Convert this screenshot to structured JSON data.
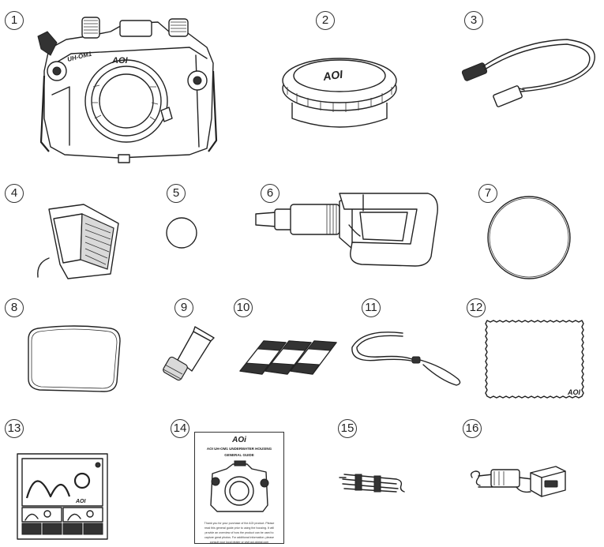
{
  "numbers": [
    "1",
    "2",
    "3",
    "4",
    "5",
    "6",
    "7",
    "8",
    "9",
    "10",
    "11",
    "12",
    "13",
    "14",
    "15",
    "16"
  ],
  "icons": {
    "1": "camera-housing-icon",
    "2": "housing-cap-icon",
    "3": "usb-cable-icon",
    "4": "lcd-hood-icon",
    "5": "small-o-ring-icon",
    "6": "vacuum-pump-icon",
    "7": "large-o-ring-icon",
    "8": "rectangular-o-ring-icon",
    "9": "grease-tube-icon",
    "10": "silica-gel-packs-icon",
    "11": "lanyard-icon",
    "12": "cleaning-cloth-icon",
    "13": "sticker-sheet-icon",
    "14": "user-manual-icon",
    "15": "cable-bundle-icon",
    "16": "optical-cable-adapter-icon"
  },
  "housing_model": "UH-OM1",
  "brand": "AOI",
  "manual": {
    "logo": "AOi",
    "title": "AOI UH-OM1 UNDERWATER HOUSING",
    "subtitle": "GENERAL GUIDE",
    "body": "Thank you for your purchase of the AOI product. Please read this general guide prior to using the housing. It will provide an overview of how the product can be used to capture great photos. For additional information, please consult your local dealer or visit aoi-global.com"
  },
  "colors": {
    "line": "#222222",
    "background": "#ffffff"
  }
}
